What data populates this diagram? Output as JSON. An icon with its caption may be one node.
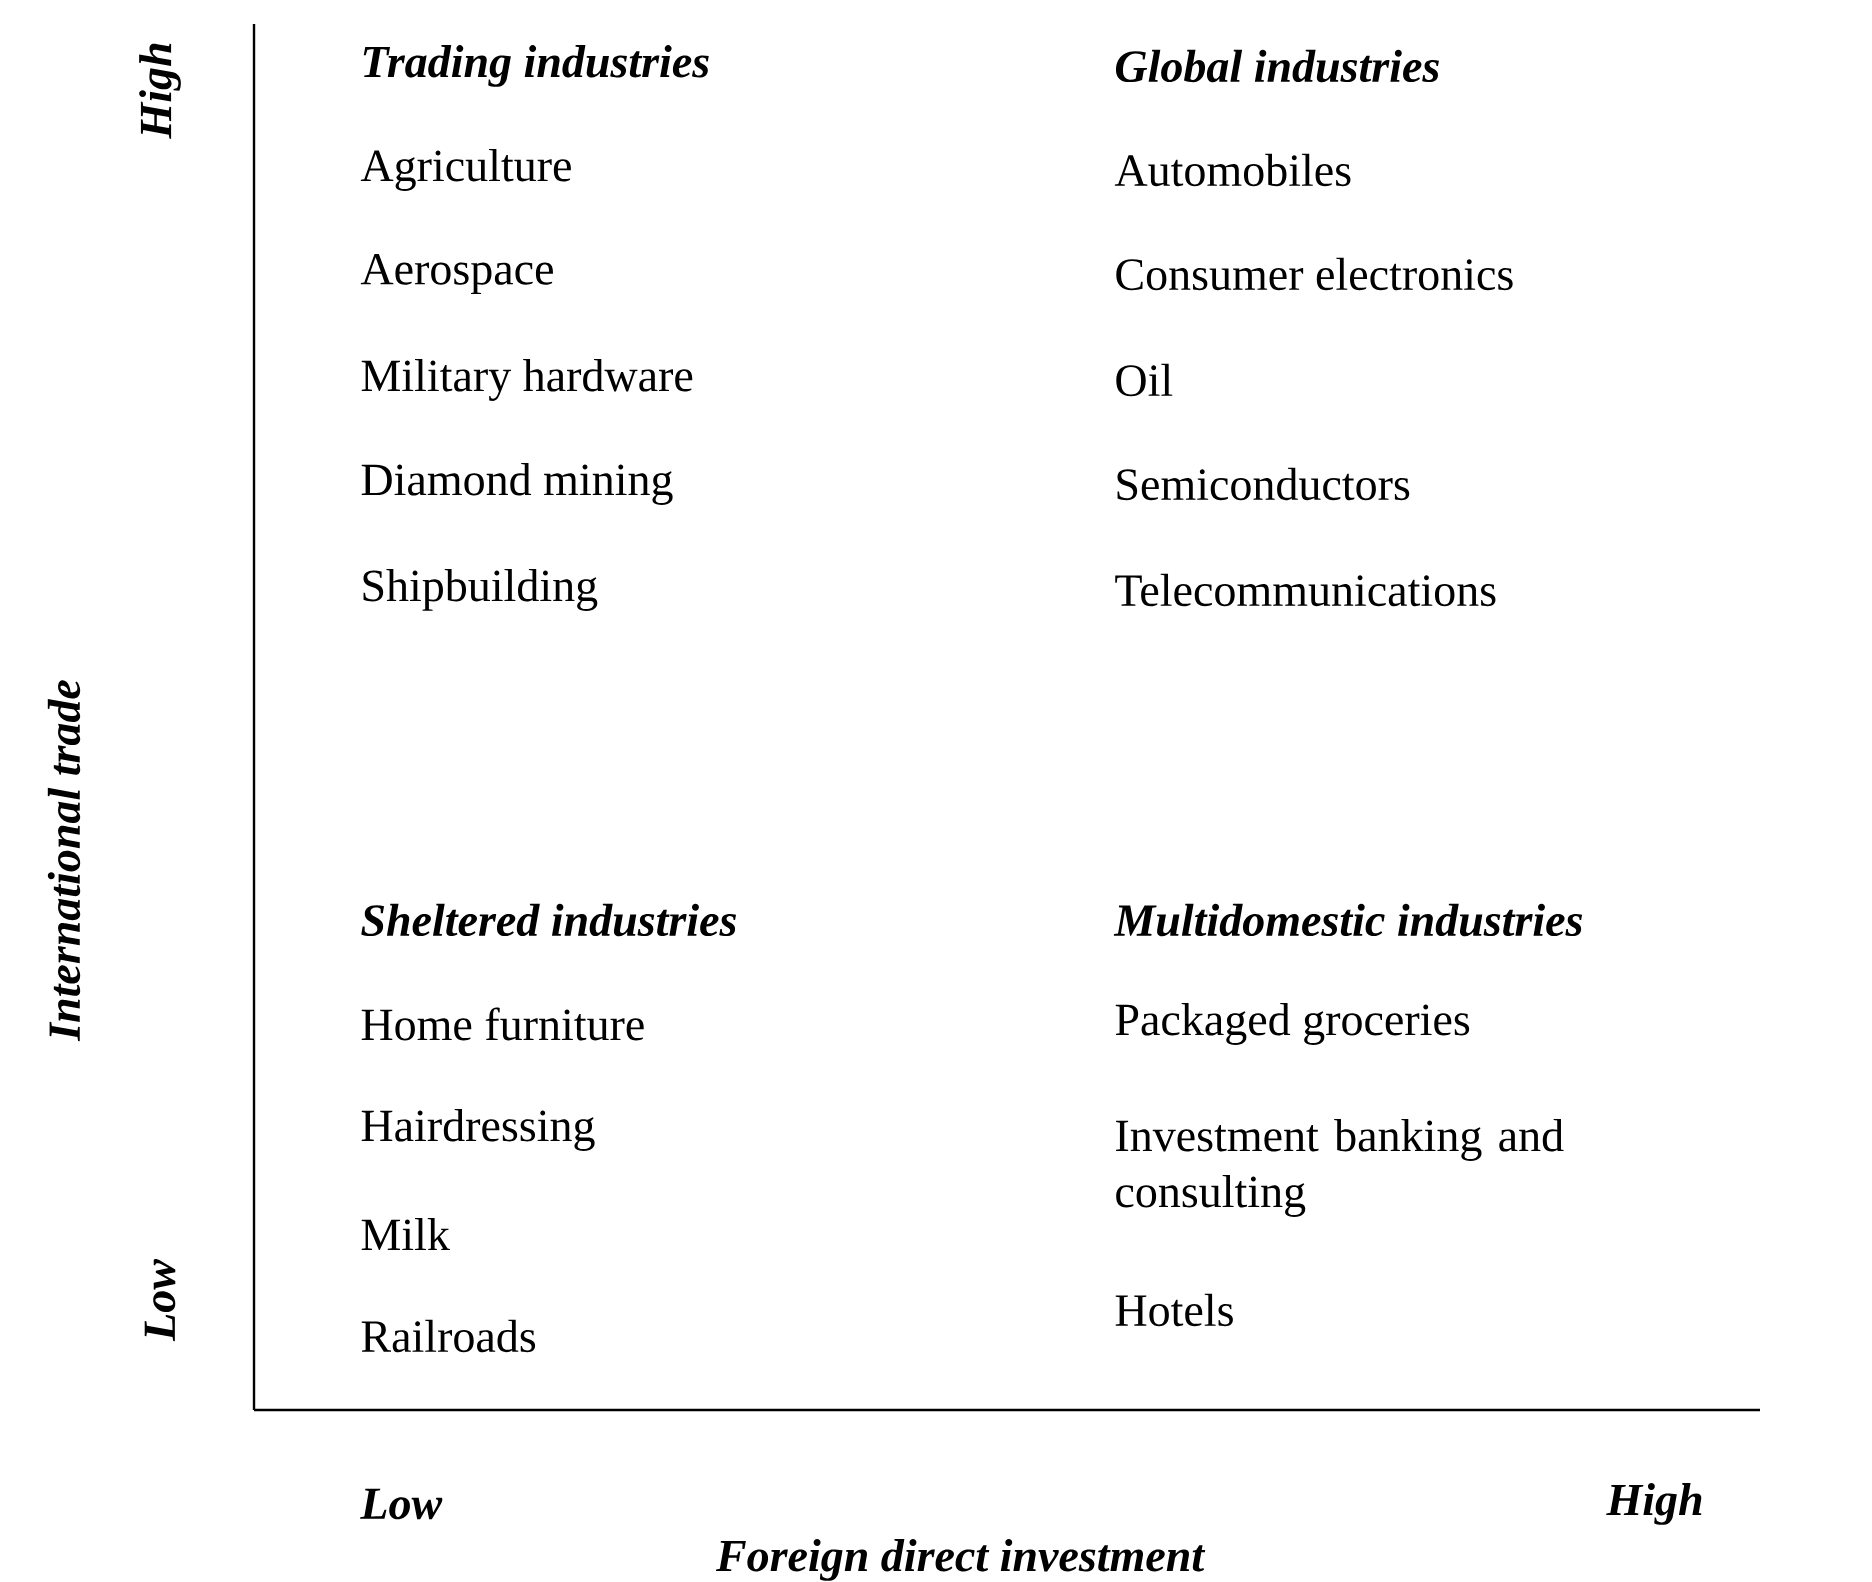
{
  "diagram": {
    "labels": [
      "High",
      "Low",
      "International trade",
      "Trading industries",
      "Agriculture",
      "Aerospace",
      "Military hardware",
      "Diamond mining",
      "Shipbuilding",
      "Global industries",
      "Automobiles",
      "Consumer electronics",
      "Oil",
      "Semiconductors",
      "Telecommunications",
      "Sheltered industries",
      "Home furniture",
      "Hairdressing",
      "Milk",
      "Railroads",
      "Multidomestic industries",
      "Packaged groceries",
      "Investment banking and consulting",
      "Hotels",
      "Low",
      "High",
      "Foreign direct investment"
    ]
  }
}
